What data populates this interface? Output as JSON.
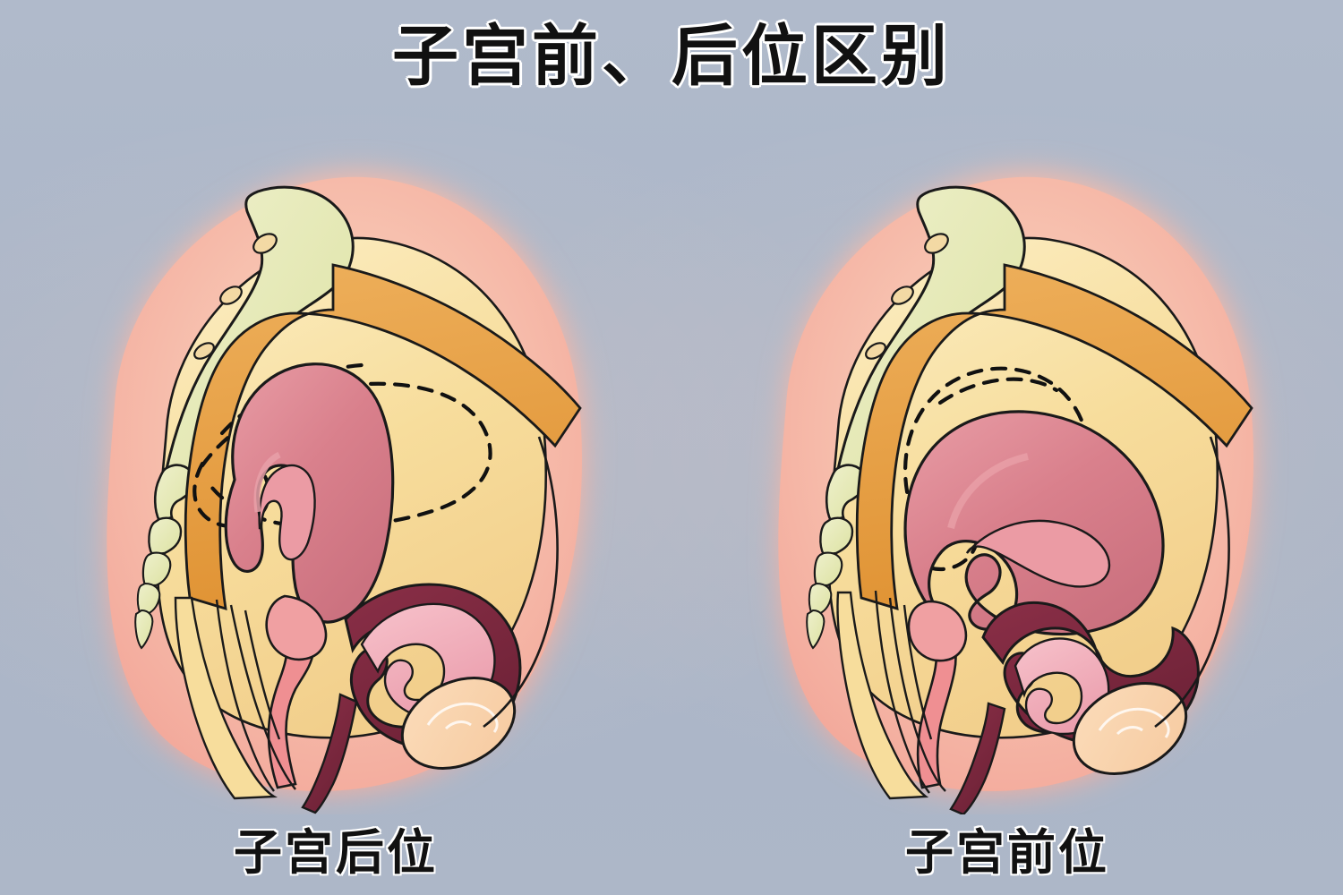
{
  "title": "子宫前、后位区别",
  "background_color": "#aeb9cb",
  "panels": [
    {
      "id": "retroverted",
      "caption": "子宫后位",
      "position": "left",
      "description_icon": "female-pelvis-sagittal-icon"
    },
    {
      "id": "anteverted",
      "caption": "子宫前位",
      "position": "right",
      "description_icon": "female-pelvis-sagittal-icon"
    }
  ],
  "palette": {
    "background": "#aeb9cb",
    "skin": "#f4b2a4",
    "skin_light": "#fbd3c4",
    "fat": "#f6dfa0",
    "fat_light": "#fbecc0",
    "muscle_orange": "#e9a24a",
    "bone": "#e4e8b4",
    "bone_foramen": "#f3d9a4",
    "pubis": "#f8d3ac",
    "uterus": "#d97b88",
    "uterus_light": "#e79aa3",
    "cavity": "#efa8ab",
    "bladder_wall": "#7e2a40",
    "bladder_lumen": "#f2aeb8",
    "vagina": "#ef8f92",
    "outline": "#1a1a1a",
    "text": "#111111",
    "text_outline": "#ffffff"
  },
  "legend_structures": [
    "sacrum",
    "coccyx",
    "rectum",
    "uterus",
    "uterine-cavity",
    "cervix",
    "vagina",
    "bladder",
    "urethra",
    "pubic-bone",
    "alternate-uterus-position-dashed"
  ]
}
